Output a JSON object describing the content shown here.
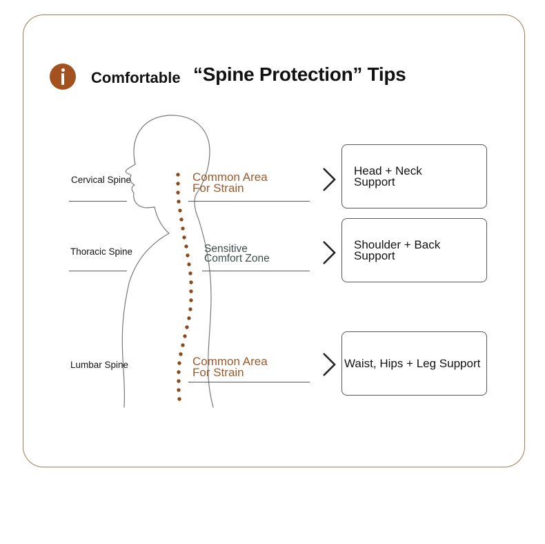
{
  "header": {
    "icon": "info-icon",
    "accent": "#a3521f",
    "title_small": "Comfortable",
    "title_big": "“Spine Protection” Tips"
  },
  "spine_regions": [
    {
      "label": "Cervical Spine",
      "zone_line1": "Common Area",
      "zone_line2": "For Strain",
      "zone_kind": "strain",
      "tip_line1": "Head + Neck",
      "tip_line2": "Support"
    },
    {
      "label": "Thoracic Spine",
      "zone_line1": "Sensitive",
      "zone_line2": "Comfort Zone",
      "zone_kind": "sensitive",
      "tip_line1": "Shoulder + Back",
      "tip_line2": "Support"
    },
    {
      "label": "Lumbar Spine",
      "zone_line1": "Common Area",
      "zone_line2": "For Strain",
      "zone_kind": "strain",
      "tip_line1": "Waist, Hips + Leg Support",
      "tip_line2": ""
    }
  ],
  "colors": {
    "border": "#a07a52",
    "spine_dots": "#8b4a1c",
    "strain_text": "#9a5a2a",
    "sensitive_text": "#3e4b4a",
    "outline": "#777777"
  }
}
